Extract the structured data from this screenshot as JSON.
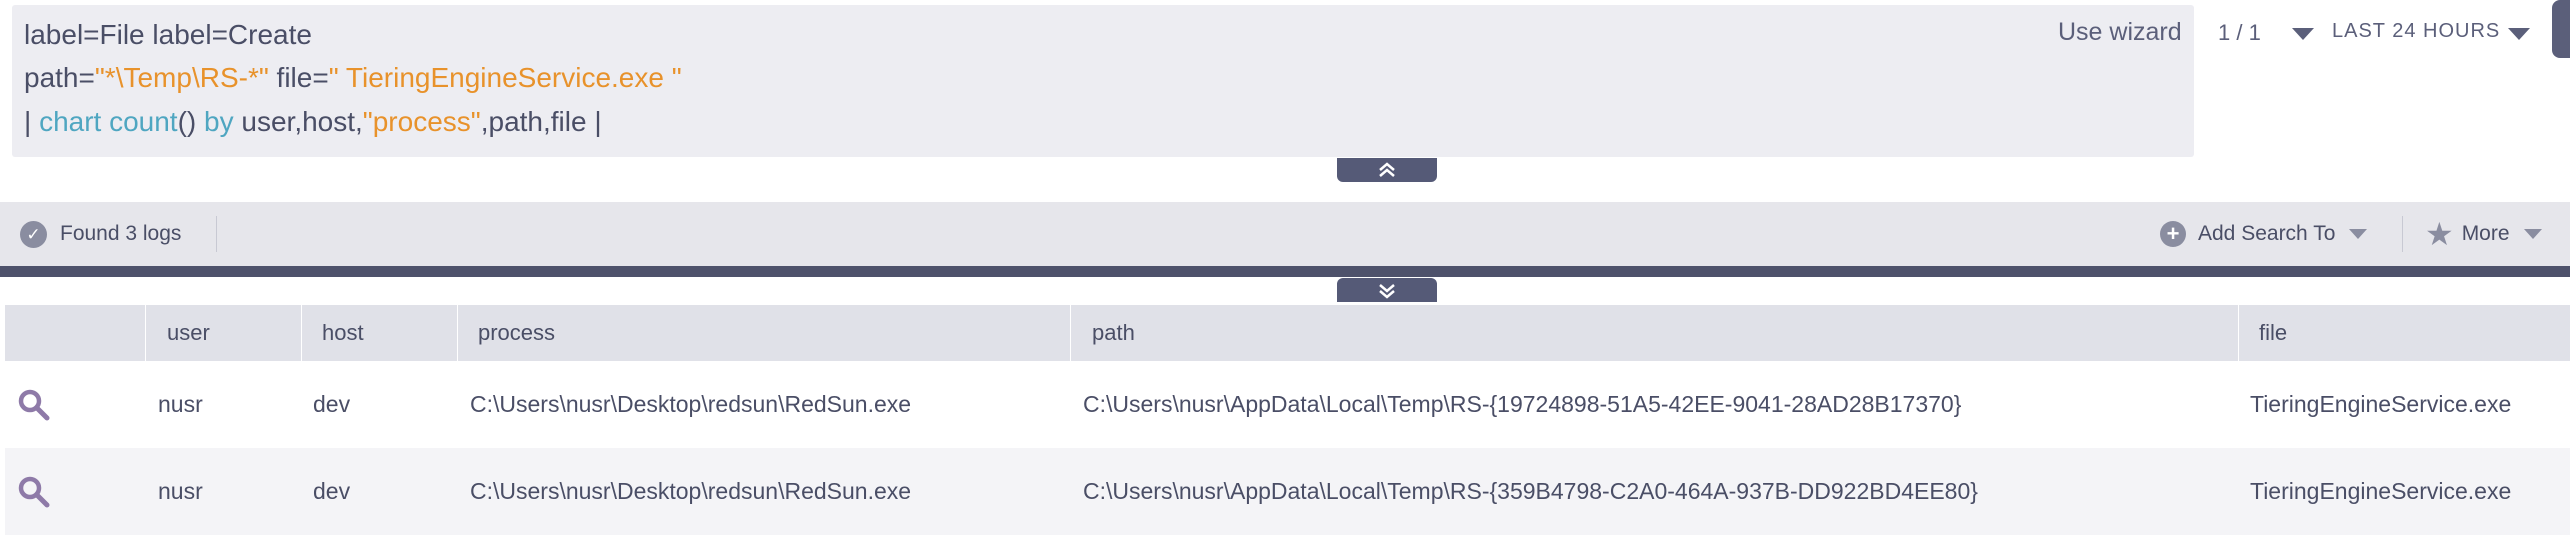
{
  "query": {
    "line1": "label=File label=Create",
    "line2": {
      "path_key": "path=",
      "path_val": "\"*\\Temp\\RS-*\"",
      "file_key": " file=",
      "file_val": "\" TieringEngineService.exe \""
    },
    "line3": {
      "pipe": "| ",
      "chart": "chart",
      "count": "count",
      "paren": "()",
      "by": "by",
      "fields_a": "user,host,",
      "process": "\"process\"",
      "fields_b": ",path,file |"
    }
  },
  "use_wizard": "Use wizard",
  "pagination": "1 / 1",
  "time_range": "LAST 24 HOURS",
  "toolbar": {
    "found": "Found 3 logs",
    "add_search": "Add Search To",
    "more": "More"
  },
  "table": {
    "columns": [
      "user",
      "host",
      "process",
      "path",
      "file"
    ],
    "rows": [
      {
        "user": "nusr",
        "host": "dev",
        "process": "C:\\Users\\nusr\\Desktop\\redsun\\RedSun.exe",
        "path": "C:\\Users\\nusr\\AppData\\Local\\Temp\\RS-{19724898-51A5-42EE-9041-28AD28B17370}",
        "file": "TieringEngineService.exe"
      },
      {
        "user": "nusr",
        "host": "dev",
        "process": "C:\\Users\\nusr\\Desktop\\redsun\\RedSun.exe",
        "path": "C:\\Users\\nusr\\AppData\\Local\\Temp\\RS-{359B4798-C2A0-464A-937B-DD922BD4EE80}",
        "file": "TieringEngineService.exe"
      }
    ]
  },
  "icons": {
    "found": "check-circle-icon",
    "add": "plus-circle-icon",
    "more": "star-icon",
    "row": "magnifier-icon",
    "collapse": "double-chevron-up-icon",
    "expand": "double-chevron-down-icon"
  },
  "colors": {
    "keyword": "#4fa6c1",
    "string": "#e8922b",
    "divider": "#4e526b",
    "magnifier": "#8e7aa8"
  }
}
